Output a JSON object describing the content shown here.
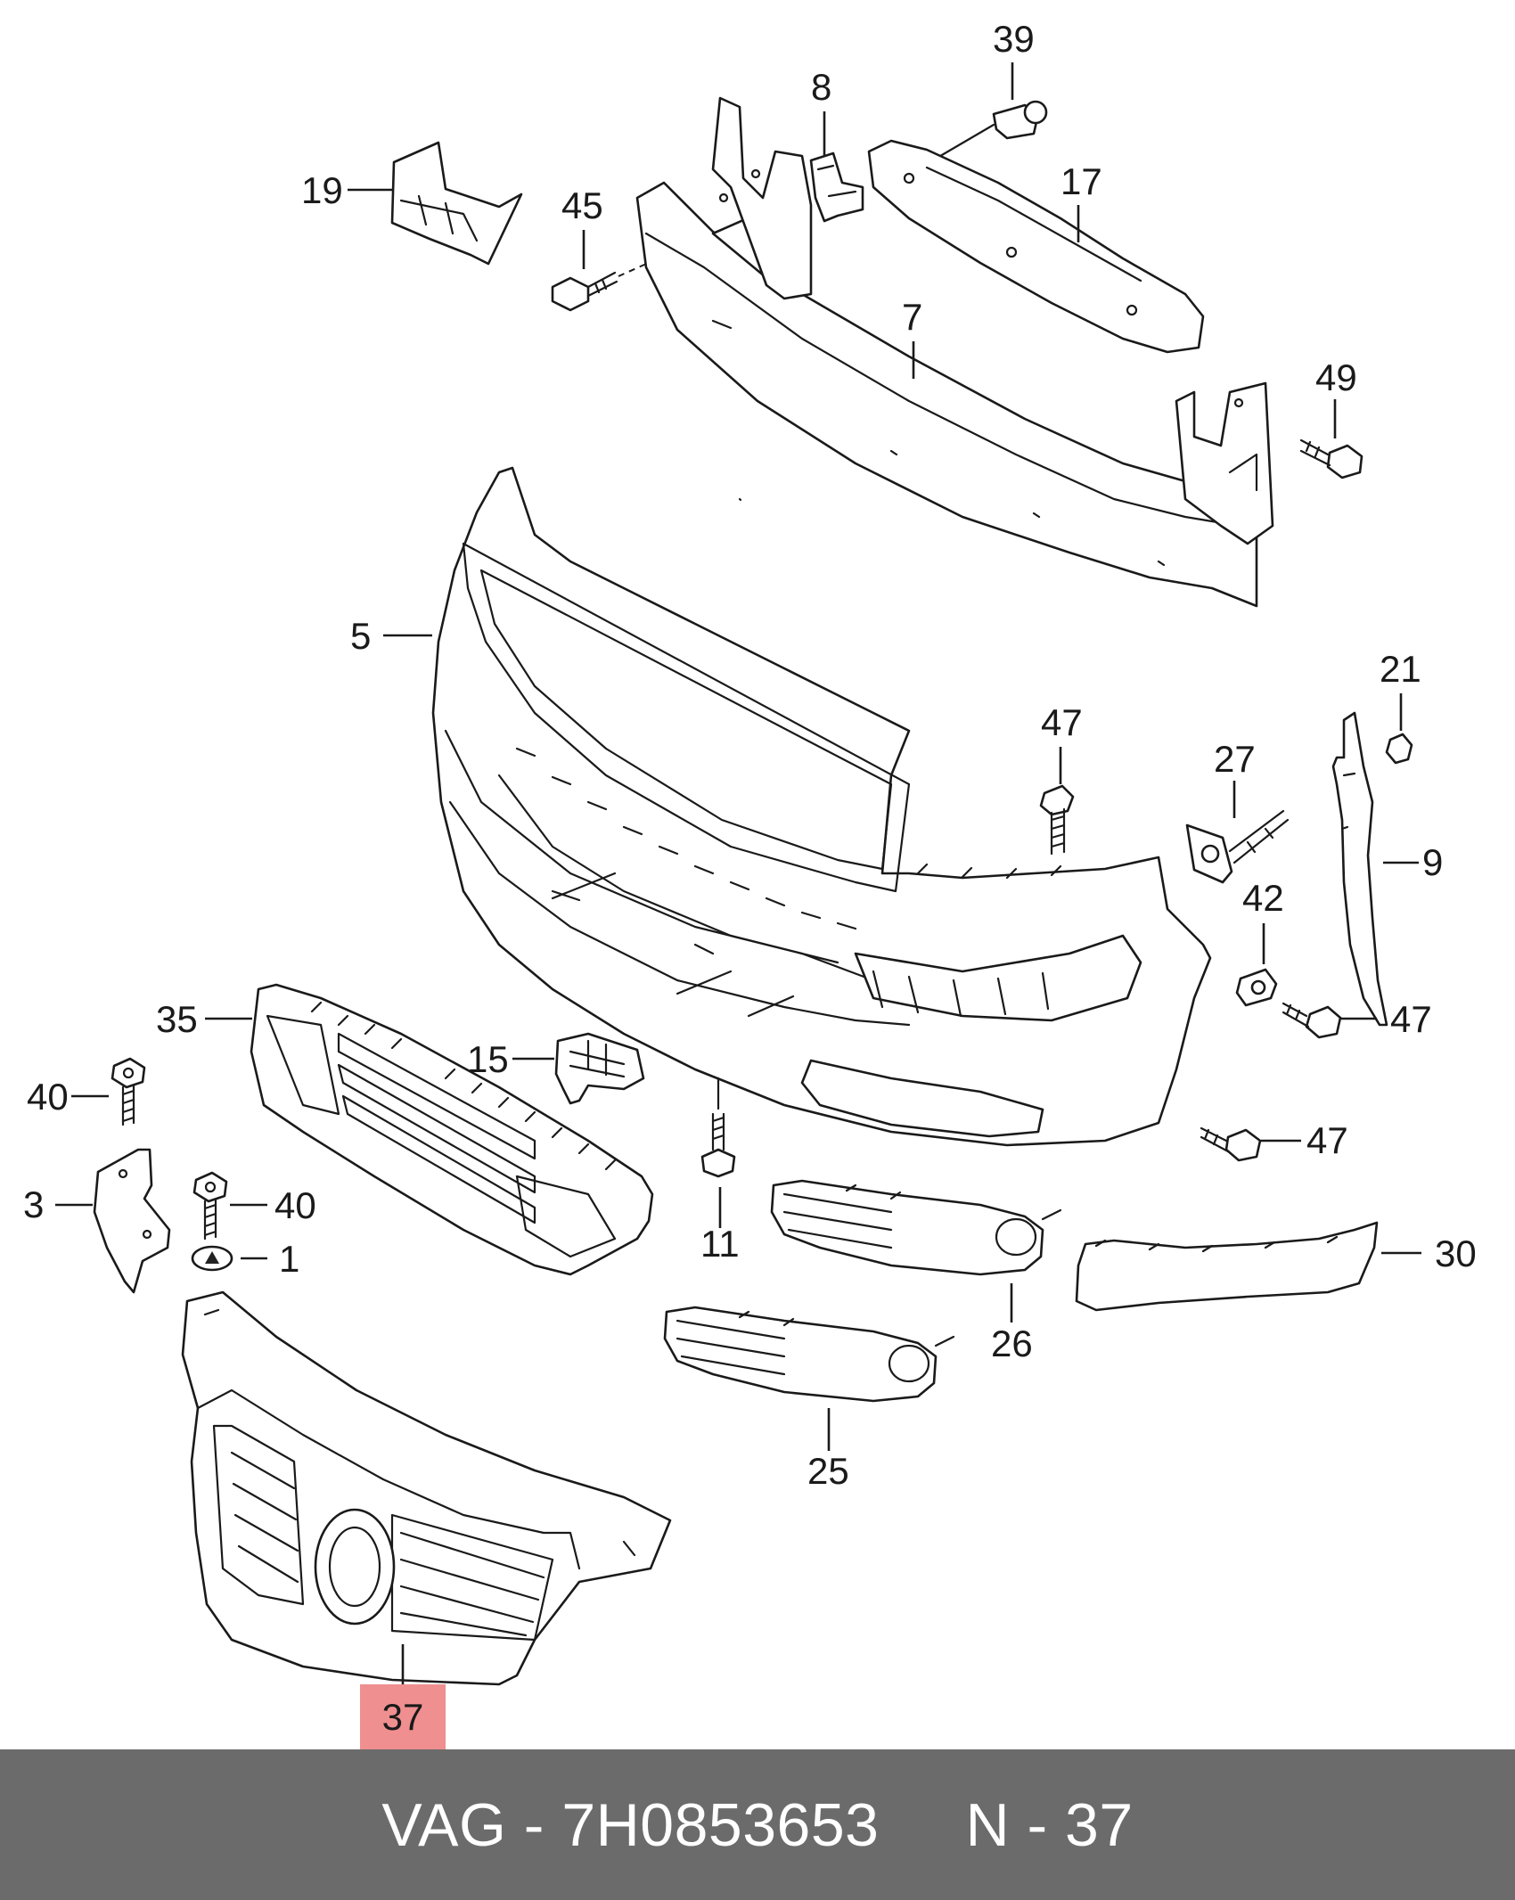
{
  "callouts": [
    {
      "label": "39"
    },
    {
      "label": "8"
    },
    {
      "label": "19"
    },
    {
      "label": "45"
    },
    {
      "label": "17"
    },
    {
      "label": "7"
    },
    {
      "label": "49"
    },
    {
      "label": "5"
    },
    {
      "label": "21"
    },
    {
      "label": "47"
    },
    {
      "label": "27"
    },
    {
      "label": "9"
    },
    {
      "label": "42"
    },
    {
      "label": "47"
    },
    {
      "label": "35"
    },
    {
      "label": "15"
    },
    {
      "label": "40"
    },
    {
      "label": "47"
    },
    {
      "label": "3"
    },
    {
      "label": "40"
    },
    {
      "label": "1"
    },
    {
      "label": "11"
    },
    {
      "label": "30"
    },
    {
      "label": "26"
    },
    {
      "label": "25"
    }
  ],
  "highlighted_part": {
    "label": "37",
    "color": "#ef8f90"
  },
  "footer": {
    "text": "VAG - 7H0853653     N - 37",
    "background": "#6b6b6b",
    "color": "#ffffff"
  }
}
